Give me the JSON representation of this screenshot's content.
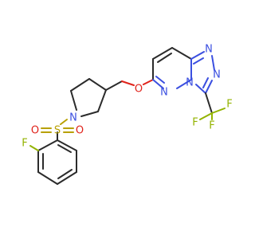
{
  "colors": {
    "carbon_bond": "#2b2b2b",
    "nitrogen": "#3b4fe0",
    "oxygen": "#e0231b",
    "sulfur": "#b8a000",
    "fluorine": "#93b300"
  },
  "atoms": {
    "n_pyrrolidine": "N",
    "s_sulfonyl": "S",
    "o_sulfonyl_top": "O",
    "o_sulfonyl_bottom": "O",
    "f_aryl": "F",
    "o_ether": "O",
    "n_pyridazine_a": "N",
    "n_pyridazine_b": "N",
    "n_triazole_top_a": "N",
    "n_triazole_top_b": "N",
    "f_cf3_top": "F",
    "f_cf3_left": "F",
    "f_cf3_right": "F"
  }
}
